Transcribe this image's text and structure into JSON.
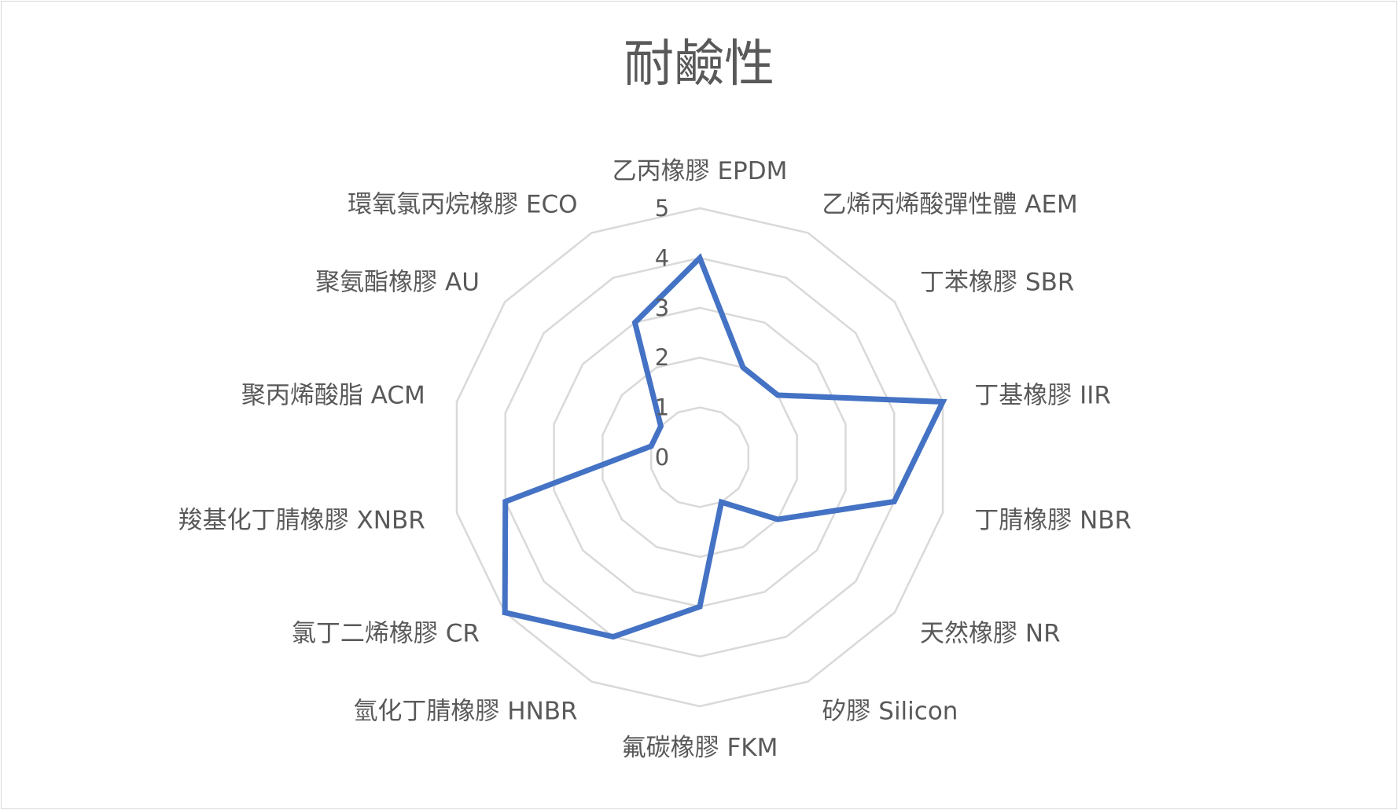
{
  "chart_data": {
    "type": "radar",
    "title": "耐鹼性",
    "categories": [
      "乙丙橡膠 EPDM",
      "乙烯丙烯酸彈性體 AEM",
      "丁苯橡膠 SBR",
      "丁基橡膠 IIR",
      "丁腈橡膠 NBR",
      "天然橡膠 NR",
      "矽膠 Silicon",
      "氟碳橡膠 FKM",
      "氫化丁腈橡膠 HNBR",
      "氯丁二烯橡膠 CR",
      "羧基化丁腈橡膠 XNBR",
      "聚丙烯酸脂 ACM",
      "聚氨酯橡膠 AU",
      "環氧氯丙烷橡膠 ECO"
    ],
    "series": [
      {
        "name": "耐鹼性",
        "values": [
          4,
          2,
          2,
          5,
          4,
          2,
          1,
          3,
          4,
          5,
          4,
          1,
          1,
          3
        ],
        "color": "#4472C4"
      }
    ],
    "rlim": [
      0,
      5
    ],
    "ticks": [
      "0",
      "1",
      "2",
      "3",
      "4",
      "5"
    ],
    "grid": true,
    "grid_color": "#d9d9d9"
  }
}
